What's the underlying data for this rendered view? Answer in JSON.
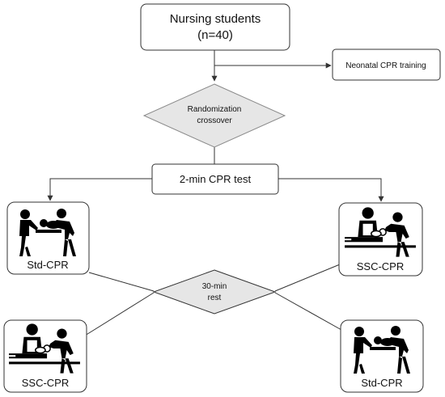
{
  "start_box": {
    "line1": "Nursing students",
    "line2": "(n=40)"
  },
  "training_box": {
    "label": "Neonatal CPR training"
  },
  "randomization_diamond": {
    "line1": "Randomization",
    "line2": "crossover"
  },
  "cpr_test_box": {
    "label": "2-min CPR test"
  },
  "rest_diamond": {
    "line1": "30-min",
    "line2": "rest"
  },
  "panels": {
    "top_left": {
      "label": "Std-CPR",
      "icon": "standard-cpr-icon"
    },
    "top_right": {
      "label": "SSC-CPR",
      "icon": "skin-to-skin-cpr-icon"
    },
    "bottom_left": {
      "label": "SSC-CPR",
      "icon": "skin-to-skin-cpr-icon"
    },
    "bottom_right": {
      "label": "Std-CPR",
      "icon": "standard-cpr-icon"
    }
  },
  "colors": {
    "line": "#333333",
    "box_border": "#333333",
    "diamond_fill": "#e6e6e6",
    "icon": "#000000"
  }
}
